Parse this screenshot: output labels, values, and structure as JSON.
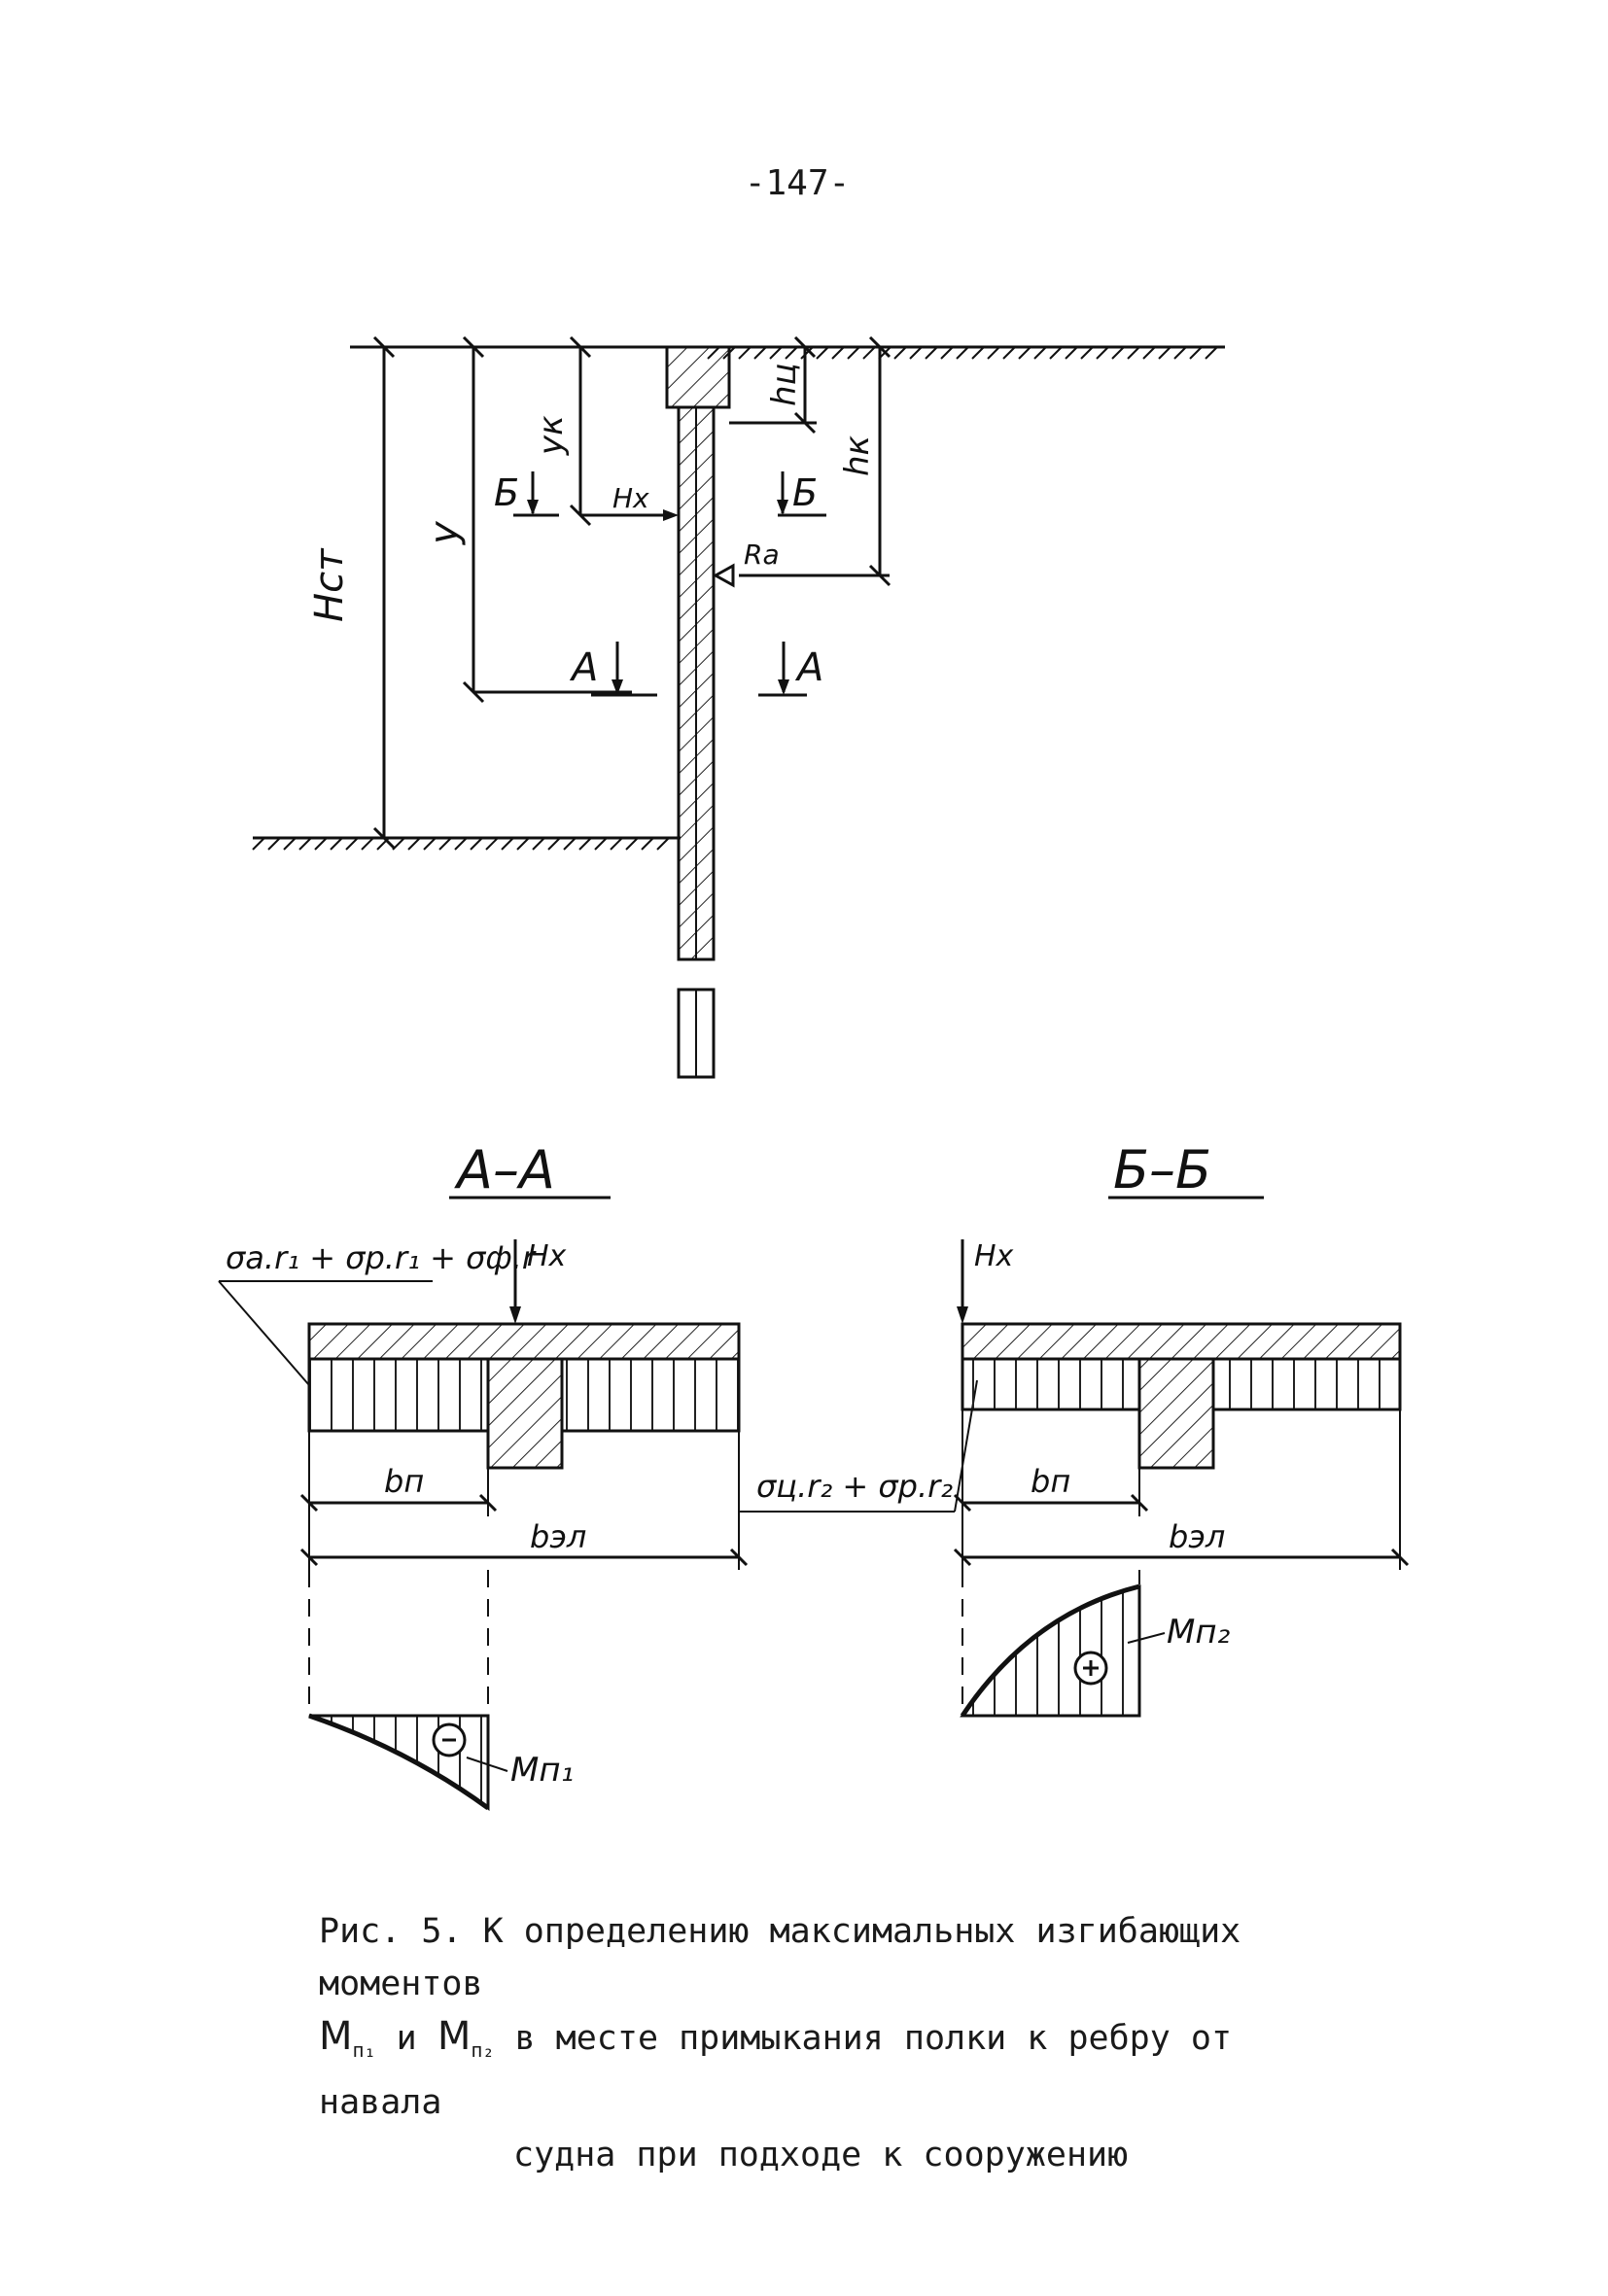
{
  "page_number": "-147-",
  "labels": {
    "Hcm": "Hст",
    "y": "y",
    "yk": "yк",
    "hc": "hц",
    "hk": "hк",
    "B_left": "Б",
    "B_right": "Б",
    "A_left": "А",
    "A_right": "А",
    "Hx_top": "Hx",
    "Ra": "Ra",
    "section_AA": "А–А",
    "section_BB": "Б–Б",
    "sigma_AA": "σa.r₁ + σp.r₁ + σф.r",
    "Hx_AA": "Hx",
    "Hx_BB": "Hx",
    "bn_AA": "bп",
    "bel_AA": "bэл",
    "sigma_mid": "σц.r₂ + σp.r₂",
    "bn_BB": "bп",
    "bel_BB": "bэл",
    "Mn1": "Mп₁",
    "Mn2": "Mп₂",
    "minus_sign": "−",
    "plus_sign": "+"
  },
  "caption": {
    "line1": "Рис. 5. К определению максимальных изгибающих моментов",
    "M1": "M",
    "M1_sub": "п₁",
    "and": " и ",
    "M2": "M",
    "M2_sub": "п₂",
    "line2_rest": " в месте примыкания полки к ребру от навала",
    "line3": "судна при подходе к сооружению"
  }
}
